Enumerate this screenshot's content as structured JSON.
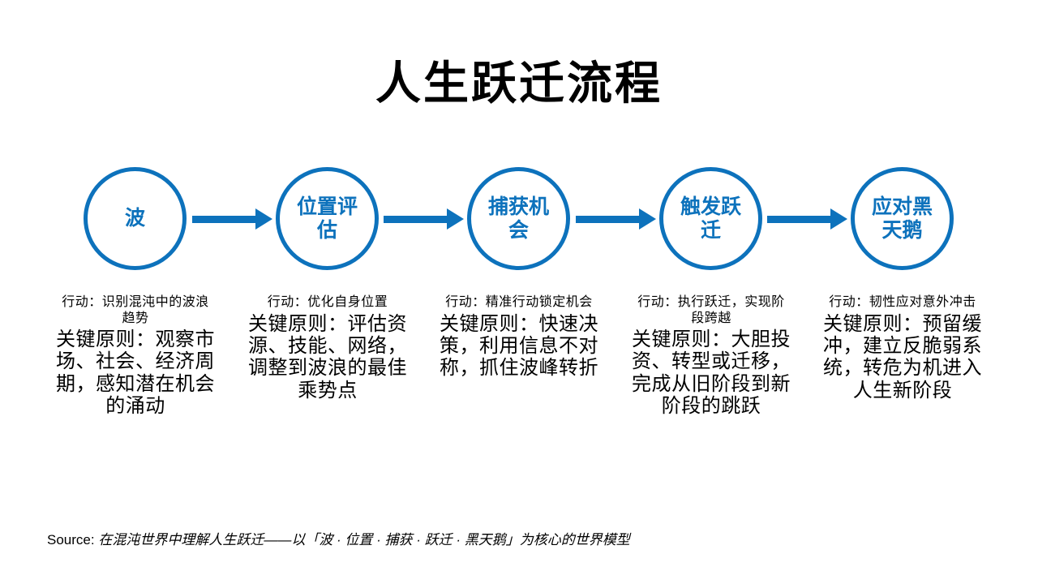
{
  "title": "人生跃迁流程",
  "colors": {
    "accent_blue": "#0d72bc",
    "text": "#000000",
    "background": "#ffffff"
  },
  "steps": [
    {
      "label": "波",
      "action": "行动：识别混沌中的波浪\n趋势",
      "principle": "关键原则：观察市\n场、社会、经济周\n期，感知潜在机会\n的涌动"
    },
    {
      "label": "位置评\n估",
      "action": "行动：优化自身位置",
      "principle": "关键原则：评估资\n源、技能、网络，\n调整到波浪的最佳\n乘势点"
    },
    {
      "label": "捕获机\n会",
      "action": "行动：精准行动锁定机会",
      "principle": "关键原则：快速决\n策，利用信息不对\n称，抓住波峰转折"
    },
    {
      "label": "触发跃\n迁",
      "action": "行动：执行跃迁，实现阶\n段跨越",
      "principle": "关键原则：大胆投\n资、转型或迁移，\n完成从旧阶段到新\n阶段的跳跃"
    },
    {
      "label": "应对黑\n天鹅",
      "action": "行动：韧性应对意外冲击",
      "principle": "关键原则：预留缓\n冲，建立反脆弱系\n统，转危为机进入\n人生新阶段"
    }
  ],
  "source": {
    "prefix": "Source:",
    "text": "在混沌世界中理解人生跃迁——以「波 · 位置 · 捕获 · 跃迁 · 黑天鹅」为核心的世界模型"
  }
}
